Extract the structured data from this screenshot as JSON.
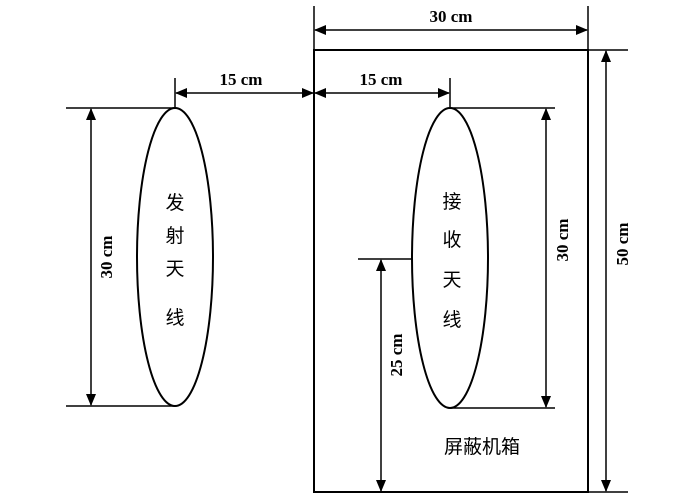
{
  "dimensions": {
    "box_width": "30 cm",
    "box_height": "50 cm",
    "gap_tx_to_box": "15 cm",
    "gap_box_to_rx": "15 cm",
    "tx_length": "30 cm",
    "rx_length": "30 cm",
    "rx_height": "25 cm"
  },
  "antennas": {
    "transmit": [
      "发",
      "射",
      "天",
      "线"
    ],
    "receive": [
      "接",
      "收",
      "天",
      "线"
    ]
  },
  "box_label": "屏蔽机箱"
}
